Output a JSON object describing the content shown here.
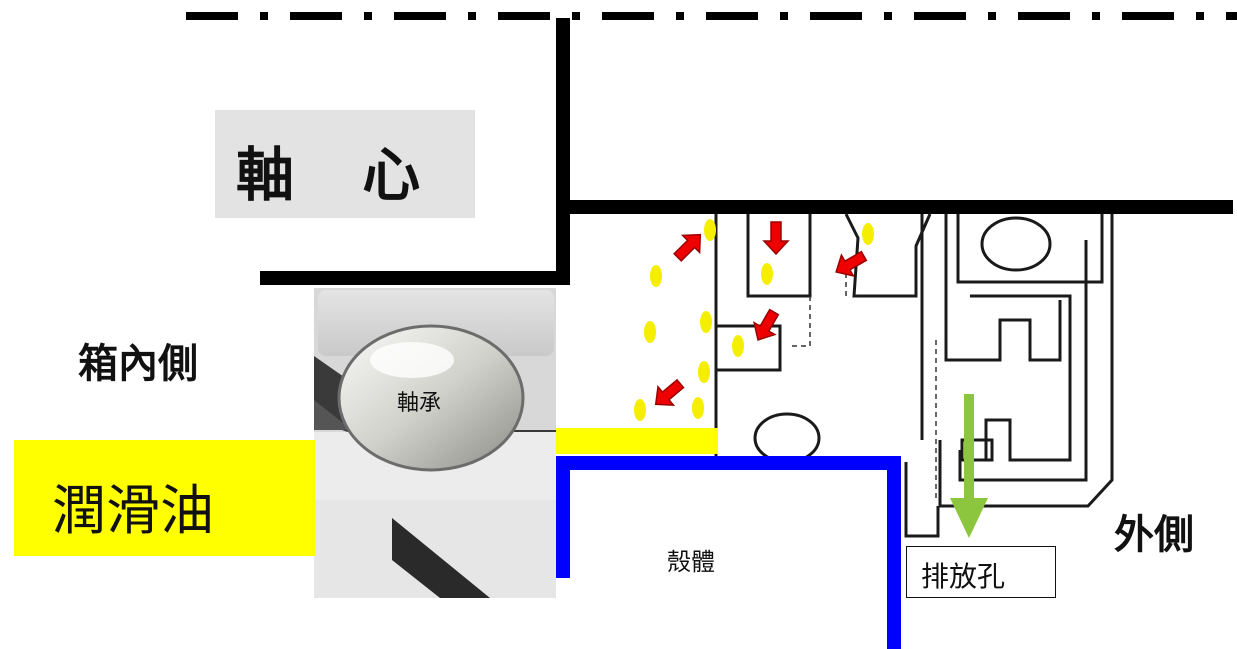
{
  "labels": {
    "shaft": "軸 心",
    "inner_side": "箱內側",
    "outer_side": "外側",
    "lubricant": "潤滑油",
    "bearing": "軸承",
    "housing": "殼體",
    "drain_hole": "排放孔"
  },
  "colors": {
    "shaft_line": "#000000",
    "housing_line": "#0000ff",
    "lubricant": "#ffff00",
    "oil_drop": "#f5ee00",
    "flow_arrow": "#ee0000",
    "drain_arrow": "#8cc63f",
    "seal_outline": "#1a1a1a"
  },
  "icons": {
    "flow_arrows": "red-arrow-icon",
    "drain_arrow": "green-down-arrow-icon",
    "oil_drops": "oil-drop-icon"
  }
}
